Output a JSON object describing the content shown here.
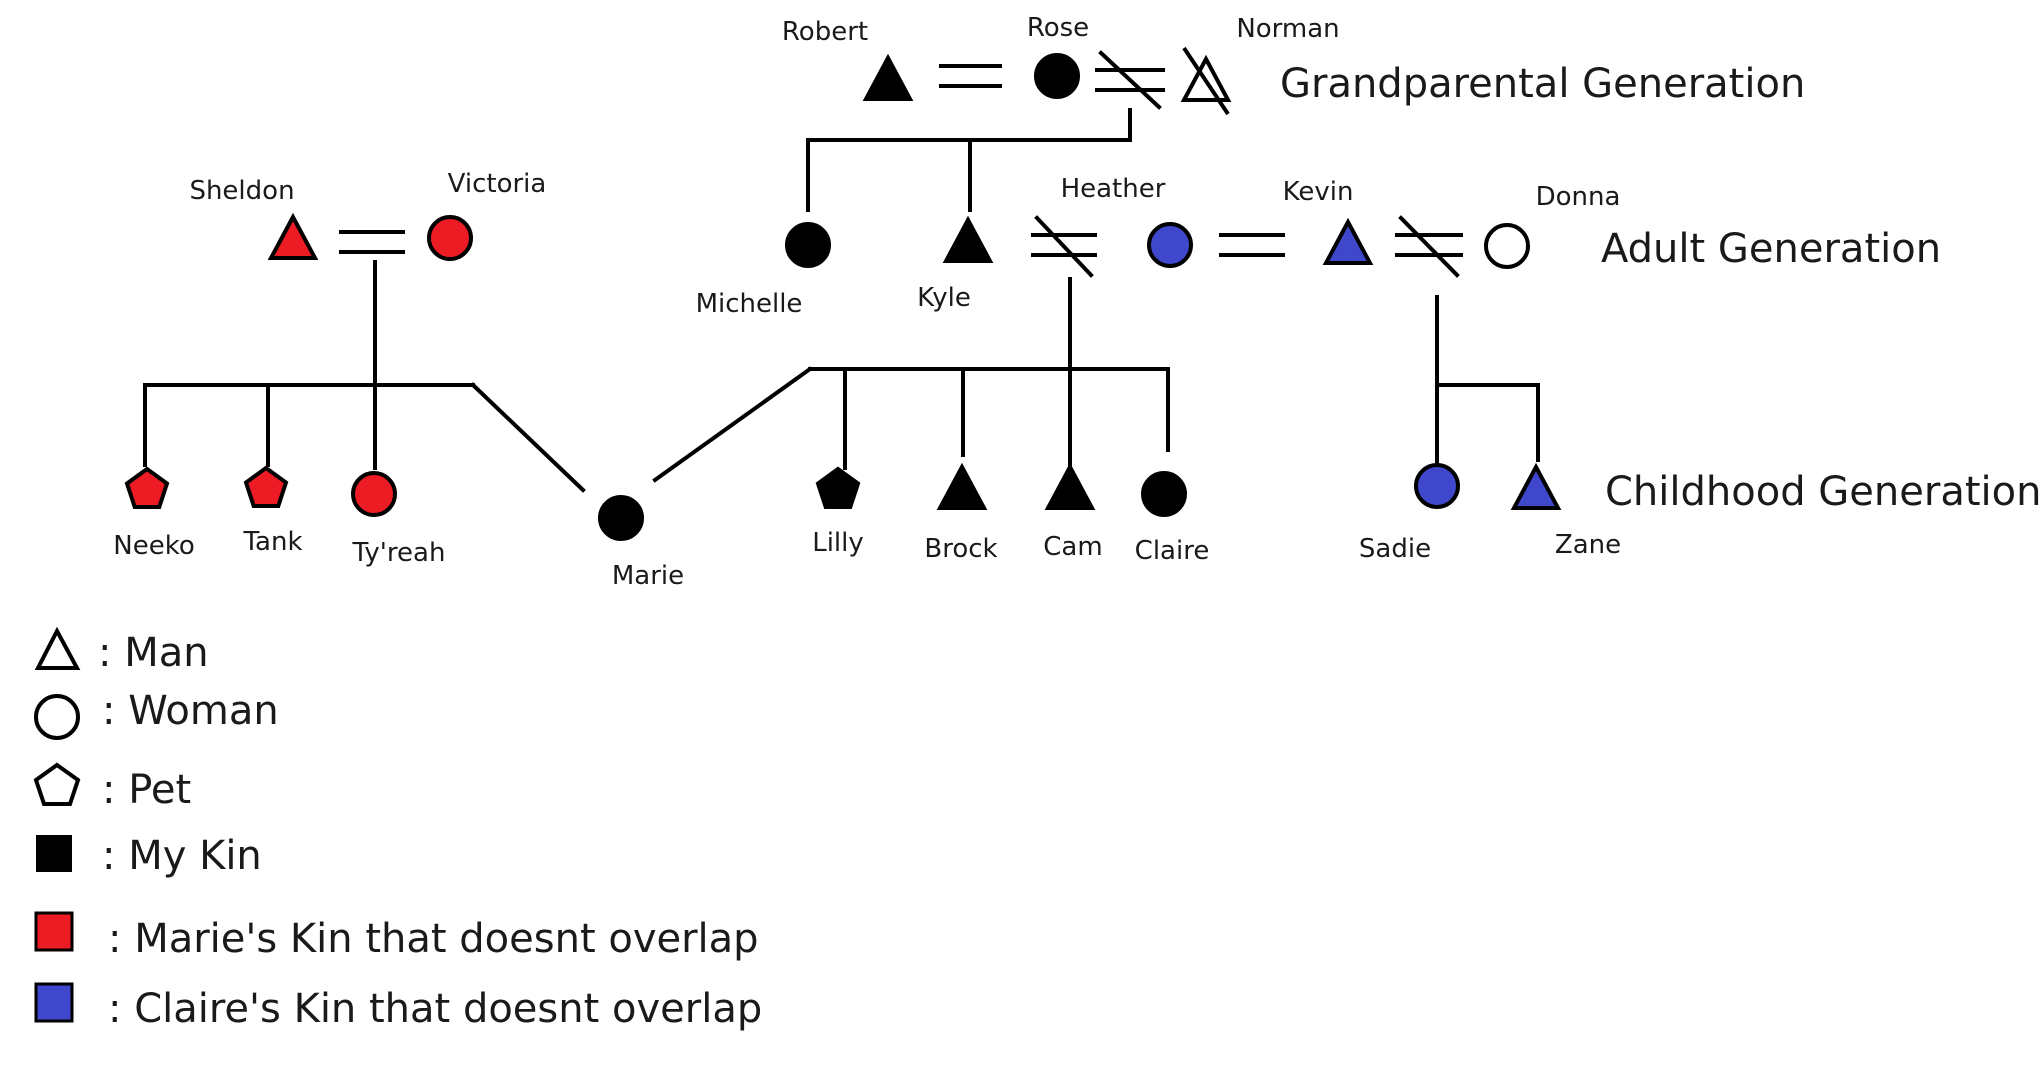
{
  "colors": {
    "my_kin": "#000000",
    "marie_kin": "#ed1c24",
    "claire_kin": "#3f48cc",
    "line": "#000000",
    "background": "#ffffff"
  },
  "generations": {
    "grandparental": "Grandparental Generation",
    "adult": "Adult Generation",
    "childhood": "Childhood Generation"
  },
  "people": {
    "robert": {
      "name": "Robert",
      "shape": "triangle",
      "kin": "my_kin"
    },
    "rose": {
      "name": "Rose",
      "shape": "circle",
      "kin": "my_kin"
    },
    "norman": {
      "name": "Norman",
      "shape": "triangle",
      "kin": "none",
      "deceased": true
    },
    "sheldon": {
      "name": "Sheldon",
      "shape": "triangle",
      "kin": "marie_kin"
    },
    "victoria": {
      "name": "Victoria",
      "shape": "circle",
      "kin": "marie_kin"
    },
    "michelle": {
      "name": "Michelle",
      "shape": "circle",
      "kin": "my_kin"
    },
    "kyle": {
      "name": "Kyle",
      "shape": "triangle",
      "kin": "my_kin"
    },
    "heather": {
      "name": "Heather",
      "shape": "circle",
      "kin": "claire_kin"
    },
    "kevin": {
      "name": "Kevin",
      "shape": "triangle",
      "kin": "claire_kin"
    },
    "donna": {
      "name": "Donna",
      "shape": "circle",
      "kin": "none"
    },
    "neeko": {
      "name": "Neeko",
      "shape": "pentagon",
      "kin": "marie_kin"
    },
    "tank": {
      "name": "Tank",
      "shape": "pentagon",
      "kin": "marie_kin"
    },
    "tyreah": {
      "name": "Ty'reah",
      "shape": "circle",
      "kin": "marie_kin"
    },
    "marie": {
      "name": "Marie",
      "shape": "circle",
      "kin": "my_kin"
    },
    "lilly": {
      "name": "Lilly",
      "shape": "pentagon",
      "kin": "my_kin"
    },
    "brock": {
      "name": "Brock",
      "shape": "triangle",
      "kin": "my_kin"
    },
    "cam": {
      "name": "Cam",
      "shape": "triangle",
      "kin": "my_kin"
    },
    "claire": {
      "name": "Claire",
      "shape": "circle",
      "kin": "my_kin"
    },
    "sadie": {
      "name": "Sadie",
      "shape": "circle",
      "kin": "claire_kin"
    },
    "zane": {
      "name": "Zane",
      "shape": "triangle",
      "kin": "claire_kin"
    }
  },
  "legend": {
    "man": ": Man",
    "woman": ": Woman",
    "pet": ": Pet",
    "my_kin": ": My Kin",
    "marie_kin": ": Marie's Kin that doesnt overlap",
    "claire_kin": ": Claire's Kin that doesnt overlap"
  }
}
